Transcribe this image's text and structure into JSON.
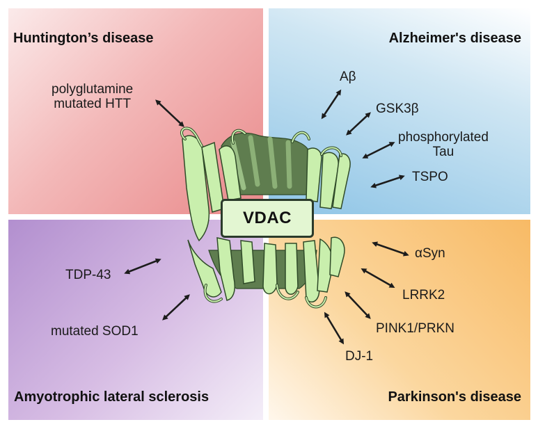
{
  "center_label": "VDAC",
  "colors": {
    "huntington": "#ec9a9b",
    "alzheimer": "#8dc4e6",
    "als": "#b996d2",
    "parkinson": "#f8ba65",
    "protein_light": "#c9efad",
    "protein_dark": "#5c7a4c"
  },
  "quadrants": {
    "huntington": {
      "title": "Huntington’s disease",
      "factors": [
        {
          "line1": "polyglutamine",
          "line2": "mutated HTT"
        }
      ]
    },
    "alzheimer": {
      "title": "Alzheimer's disease",
      "factors": [
        {
          "text": "Aβ"
        },
        {
          "text": "GSK3β"
        },
        {
          "line1": "phosphorylated",
          "line2": "Tau"
        },
        {
          "text": "TSPO"
        }
      ]
    },
    "als": {
      "title": "Amyotrophic lateral sclerosis",
      "factors": [
        {
          "text": "TDP-43"
        },
        {
          "text": "mutated SOD1"
        }
      ]
    },
    "parkinson": {
      "title": "Parkinson's disease",
      "factors": [
        {
          "text": "αSyn"
        },
        {
          "text": "LRRK2"
        },
        {
          "text": "PINK1/PRKN"
        },
        {
          "text": "DJ-1"
        }
      ]
    }
  }
}
